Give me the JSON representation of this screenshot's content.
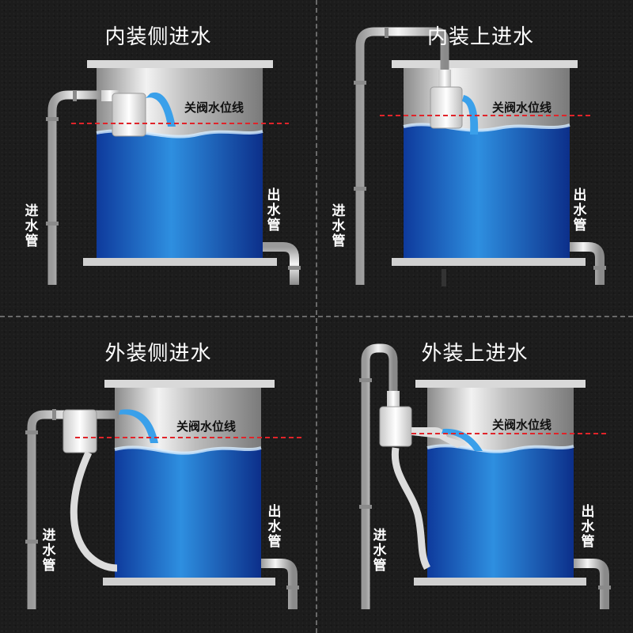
{
  "panels": [
    {
      "id": "inner-side",
      "title": "内装侧进水",
      "level_label": "关阀水位线",
      "inlet_label": [
        "进",
        "水",
        "管"
      ],
      "outlet_label": [
        "出",
        "水",
        "管"
      ]
    },
    {
      "id": "inner-top",
      "title": "内装上进水",
      "level_label": "关阀水位线",
      "inlet_label": [
        "进",
        "水",
        "管"
      ],
      "outlet_label": [
        "出",
        "水",
        "管"
      ]
    },
    {
      "id": "outer-side",
      "title": "外装侧进水",
      "level_label": "关阀水位线",
      "inlet_label": [
        "进",
        "水",
        "管"
      ],
      "outlet_label": [
        "出",
        "水",
        "管"
      ]
    },
    {
      "id": "outer-top",
      "title": "外装上进水",
      "level_label": "关阀水位线",
      "inlet_label": [
        "进",
        "水",
        "管"
      ],
      "outlet_label": [
        "出",
        "水",
        "管"
      ]
    }
  ],
  "colors": {
    "background": "#1c1c1c",
    "water_dark": "#0f3fa8",
    "water_light": "#2f8fe0",
    "level_line": "#e0242a",
    "tank_steel": "#c9c9c9"
  }
}
